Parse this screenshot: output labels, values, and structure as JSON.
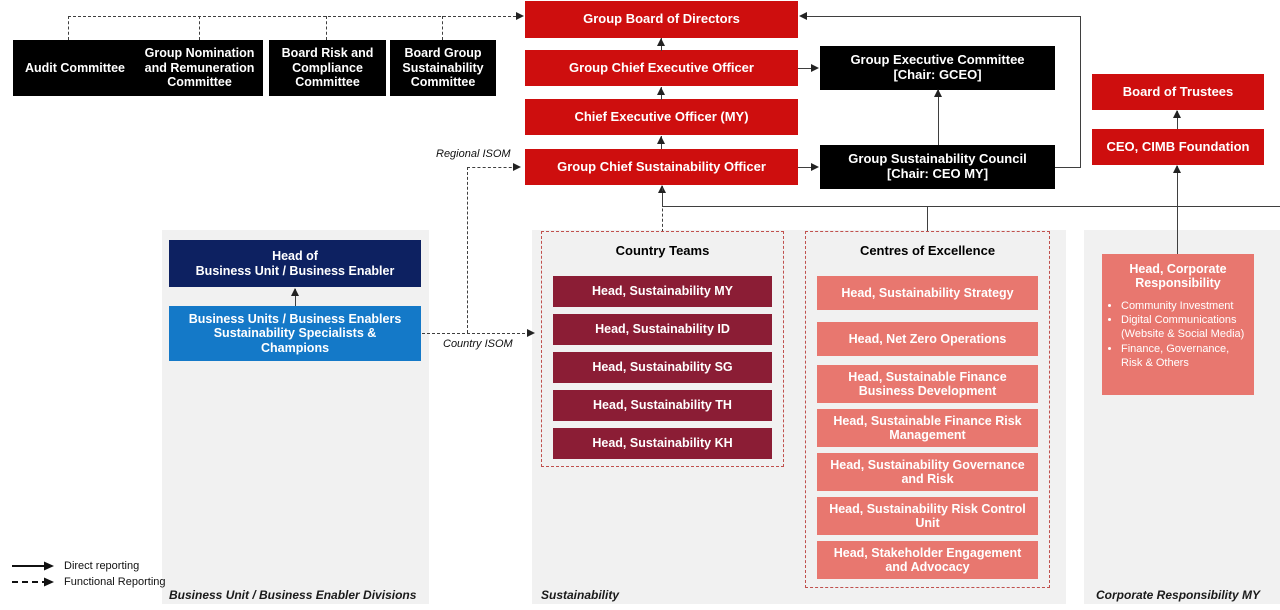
{
  "board_committees": [
    {
      "label": "Audit Committee"
    },
    {
      "label": "Group Nomination and Remuneration Committee"
    },
    {
      "label": "Board Risk and Compliance Committee"
    },
    {
      "label": "Board Group Sustainability Committee"
    }
  ],
  "executive_chain": [
    {
      "label": "Group Board of Directors"
    },
    {
      "label": "Group Chief Executive Officer"
    },
    {
      "label": "Chief Executive Officer (MY)"
    },
    {
      "label": "Group Chief Sustainability Officer"
    }
  ],
  "councils": [
    {
      "label": "Group Executive Committee\n[Chair: GCEO]",
      "line1": "Group Executive Committee",
      "line2": "[Chair: GCEO]"
    },
    {
      "label": "Group Sustainability Council\n[Chair: CEO MY]",
      "line1": "Group Sustainability Council",
      "line2": "[Chair: CEO MY]"
    }
  ],
  "foundation": [
    {
      "label": "Board of Trustees"
    },
    {
      "label": "CEO, CIMB Foundation"
    }
  ],
  "business_unit": {
    "zone_label": "Business Unit / Business Enabler Divisions",
    "head": {
      "line1": "Head of",
      "line2": "Business Unit / Business Enabler"
    },
    "specialists": {
      "line1": "Business Units / Business Enablers",
      "line2": "Sustainability Specialists &",
      "line3": "Champions"
    }
  },
  "sustainability": {
    "zone_label": "Sustainability",
    "country_teams": {
      "title": "Country Teams",
      "items": [
        {
          "label": "Head, Sustainability MY"
        },
        {
          "label": "Head, Sustainability ID"
        },
        {
          "label": "Head, Sustainability SG"
        },
        {
          "label": "Head, Sustainability TH"
        },
        {
          "label": "Head, Sustainability KH"
        }
      ]
    },
    "centres_of_excellence": {
      "title": "Centres of Excellence",
      "items": [
        {
          "label": "Head, Sustainability Strategy"
        },
        {
          "label": "Head, Net Zero Operations"
        },
        {
          "label": "Head, Sustainable Finance Business Development"
        },
        {
          "label": "Head, Sustainable Finance Risk Management"
        },
        {
          "label": "Head, Sustainability Governance and Risk"
        },
        {
          "label": "Head, Sustainability Risk Control Unit"
        },
        {
          "label": "Head, Stakeholder Engagement and Advocacy"
        }
      ]
    }
  },
  "corporate_responsibility": {
    "zone_label": "Corporate Responsibility MY",
    "head": {
      "line1": "Head, Corporate",
      "line2": "Responsibility"
    },
    "bullets": [
      "Community Investment",
      "Digital Communications (Website & Social Media)",
      "Finance, Governance, Risk & Others"
    ]
  },
  "edge_labels": {
    "regional_isom": "Regional ISOM",
    "country_isom": "Country ISOM"
  },
  "legend": {
    "direct": "Direct reporting",
    "functional": "Functional Reporting"
  },
  "colors": {
    "black": "#000000",
    "red": "#CE0E0E",
    "maroon": "#8B1D35",
    "salmon": "#E8776F",
    "navy": "#0D2161",
    "blue": "#1479C8",
    "panel_grey": "#F1F1F1",
    "dash_border": "#C0504D"
  }
}
